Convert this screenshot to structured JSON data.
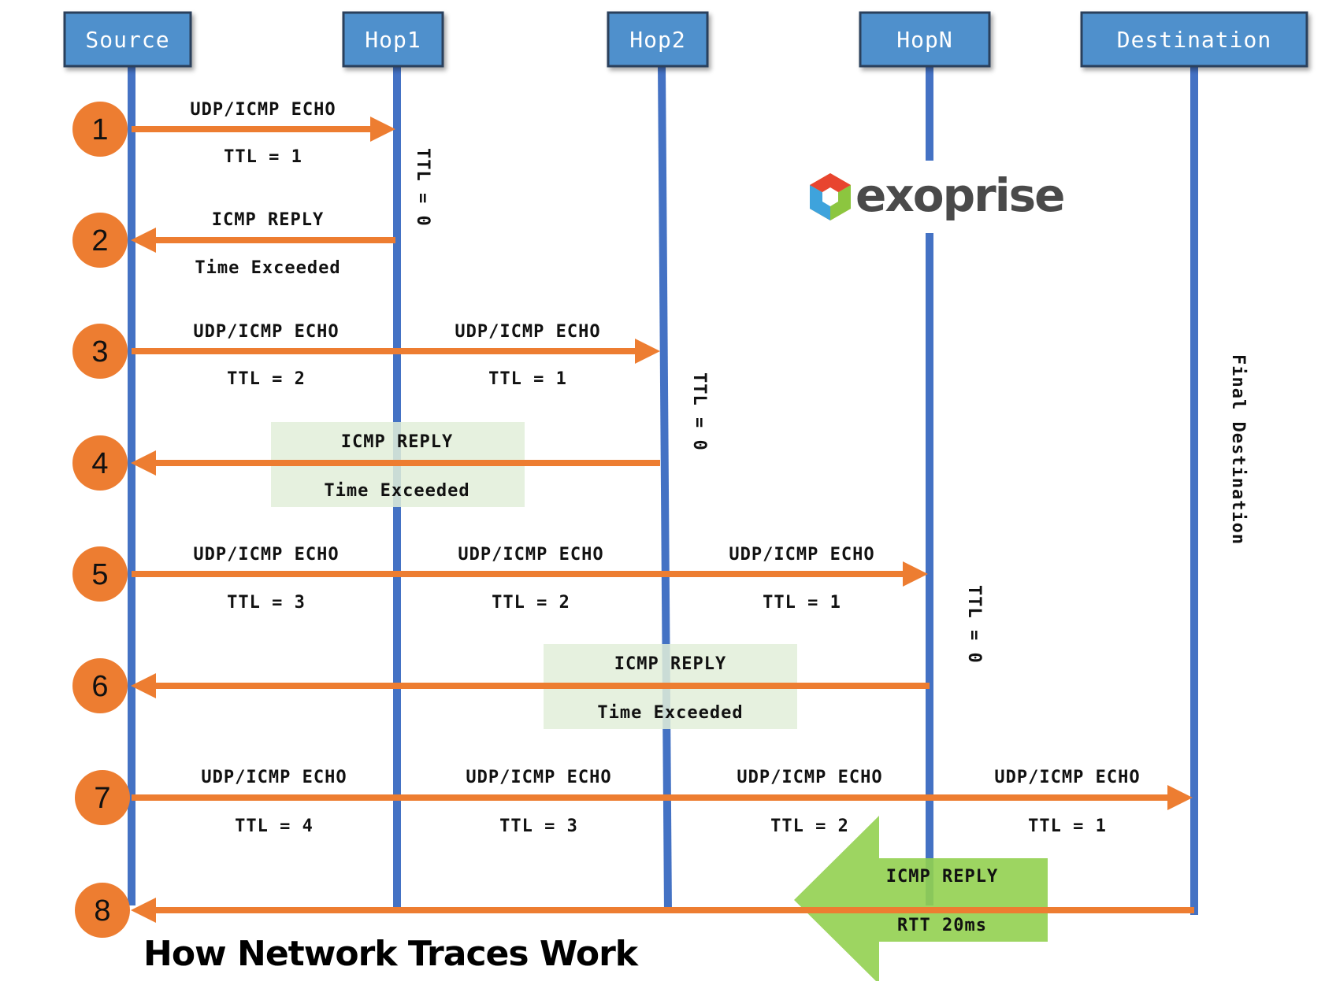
{
  "title": "How Network Traces Work",
  "logo": {
    "text": "exoprise",
    "icon": "hexagon-cube-icon"
  },
  "colors": {
    "header_fill": "#4f90cc",
    "header_border": "#2a3f5c",
    "lifeline": "#4472c4",
    "arrow": "#ed7d31",
    "reply_box": "#e2efd9",
    "big_reply_arrow": "#92d050"
  },
  "hosts": [
    {
      "id": "source",
      "label": "Source"
    },
    {
      "id": "hop1",
      "label": "Hop1"
    },
    {
      "id": "hop2",
      "label": "Hop2"
    },
    {
      "id": "hopn",
      "label": "HopN"
    },
    {
      "id": "destination",
      "label": "Destination"
    }
  ],
  "steps": [
    {
      "number": "1",
      "direction": "forward",
      "labels": [
        {
          "top": "UDP/ICMP ECHO",
          "bottom": "TTL = 1"
        }
      ]
    },
    {
      "number": "2",
      "direction": "reply",
      "labels": [
        {
          "top": "ICMP REPLY",
          "bottom": "Time Exceeded"
        }
      ]
    },
    {
      "number": "3",
      "direction": "forward",
      "labels": [
        {
          "top": "UDP/ICMP ECHO",
          "bottom": "TTL = 2"
        },
        {
          "top": "UDP/ICMP ECHO",
          "bottom": "TTL = 1"
        }
      ]
    },
    {
      "number": "4",
      "direction": "reply",
      "labels": [
        {
          "top": "ICMP REPLY",
          "bottom": "Time Exceeded"
        }
      ]
    },
    {
      "number": "5",
      "direction": "forward",
      "labels": [
        {
          "top": "UDP/ICMP ECHO",
          "bottom": "TTL = 3"
        },
        {
          "top": "UDP/ICMP ECHO",
          "bottom": "TTL = 2"
        },
        {
          "top": "UDP/ICMP ECHO",
          "bottom": "TTL = 1"
        }
      ]
    },
    {
      "number": "6",
      "direction": "reply",
      "labels": [
        {
          "top": "ICMP REPLY",
          "bottom": "Time Exceeded"
        }
      ]
    },
    {
      "number": "7",
      "direction": "forward",
      "labels": [
        {
          "top": "UDP/ICMP ECHO",
          "bottom": "TTL = 4"
        },
        {
          "top": "UDP/ICMP ECHO",
          "bottom": "TTL = 3"
        },
        {
          "top": "UDP/ICMP ECHO",
          "bottom": "TTL = 2"
        },
        {
          "top": "UDP/ICMP ECHO",
          "bottom": "TTL = 1"
        }
      ]
    },
    {
      "number": "8",
      "direction": "reply",
      "labels": [
        {
          "top": "ICMP REPLY",
          "bottom": "RTT 20ms"
        }
      ]
    }
  ],
  "vertical_notes": {
    "hop1": "TTL = 0",
    "hop2": "TTL = 0",
    "hopn": "TTL = 0",
    "destination": "Final Destination"
  }
}
